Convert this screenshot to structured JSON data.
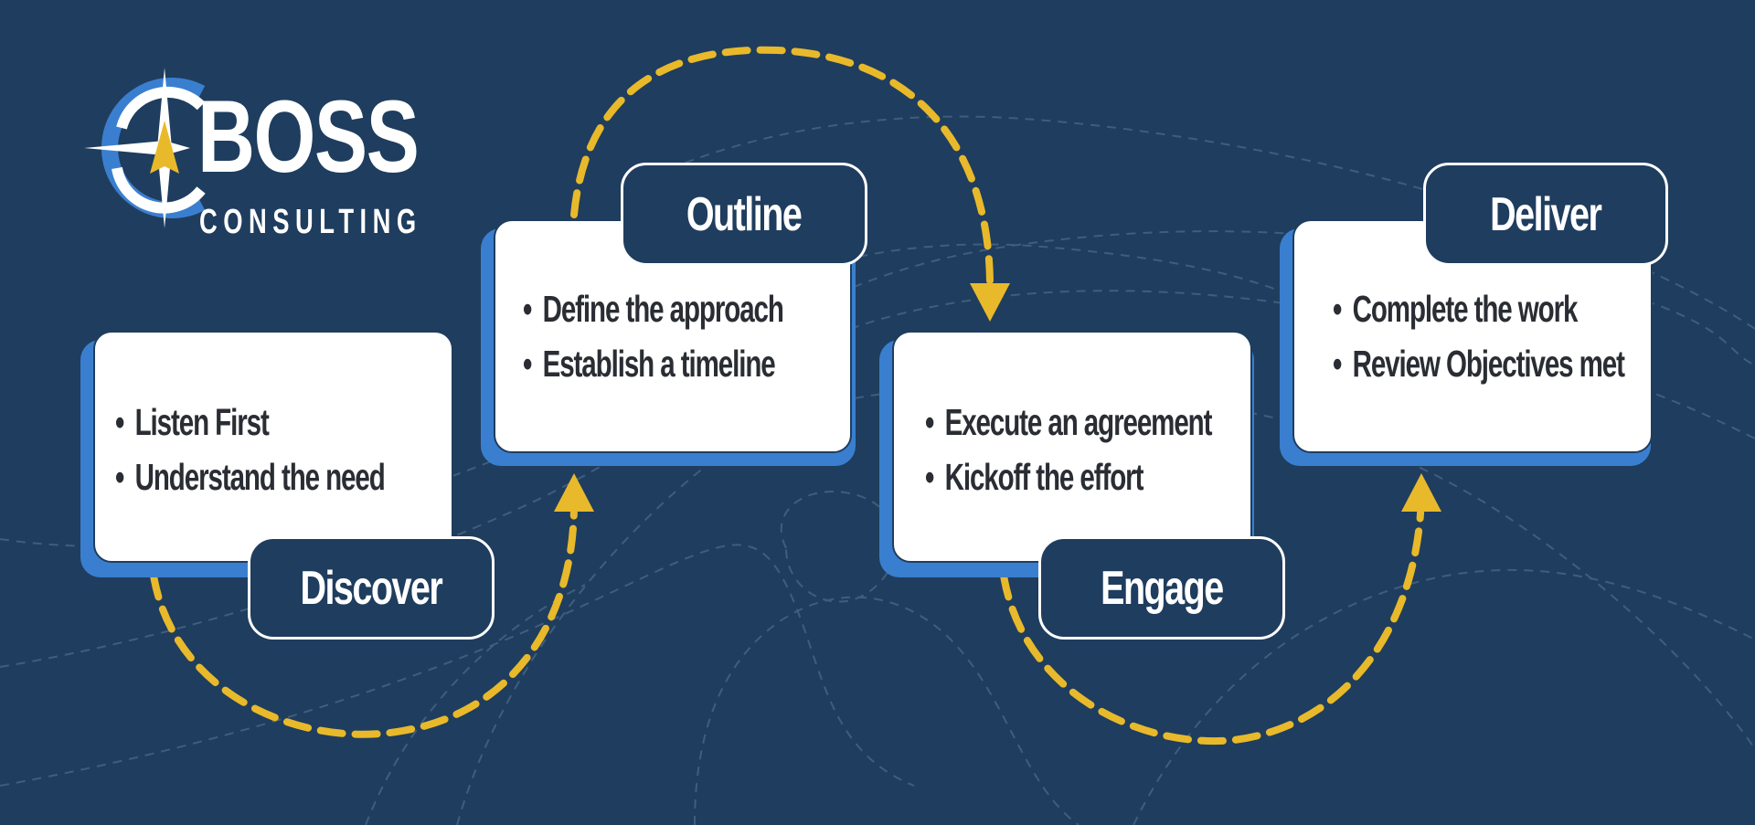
{
  "logo": {
    "word": "BOSS",
    "subtitle": "CONSULTING"
  },
  "steps": [
    {
      "title": "Discover",
      "bullets": [
        "Listen First",
        "Understand the need"
      ]
    },
    {
      "title": "Outline",
      "bullets": [
        "Define the approach",
        "Establish a timeline"
      ]
    },
    {
      "title": "Engage",
      "bullets": [
        "Execute an agreement",
        "Kickoff the effort"
      ]
    },
    {
      "title": "Deliver",
      "bullets": [
        "Complete the work",
        "Review Objectives met"
      ]
    }
  ],
  "colors": {
    "background": "#1f3d5e",
    "card": "#ffffff",
    "card_shadow": "#3a7fcf",
    "arrow": "#e8b92a",
    "text": "#2a2d33"
  },
  "icons": [
    "compass-icon"
  ]
}
